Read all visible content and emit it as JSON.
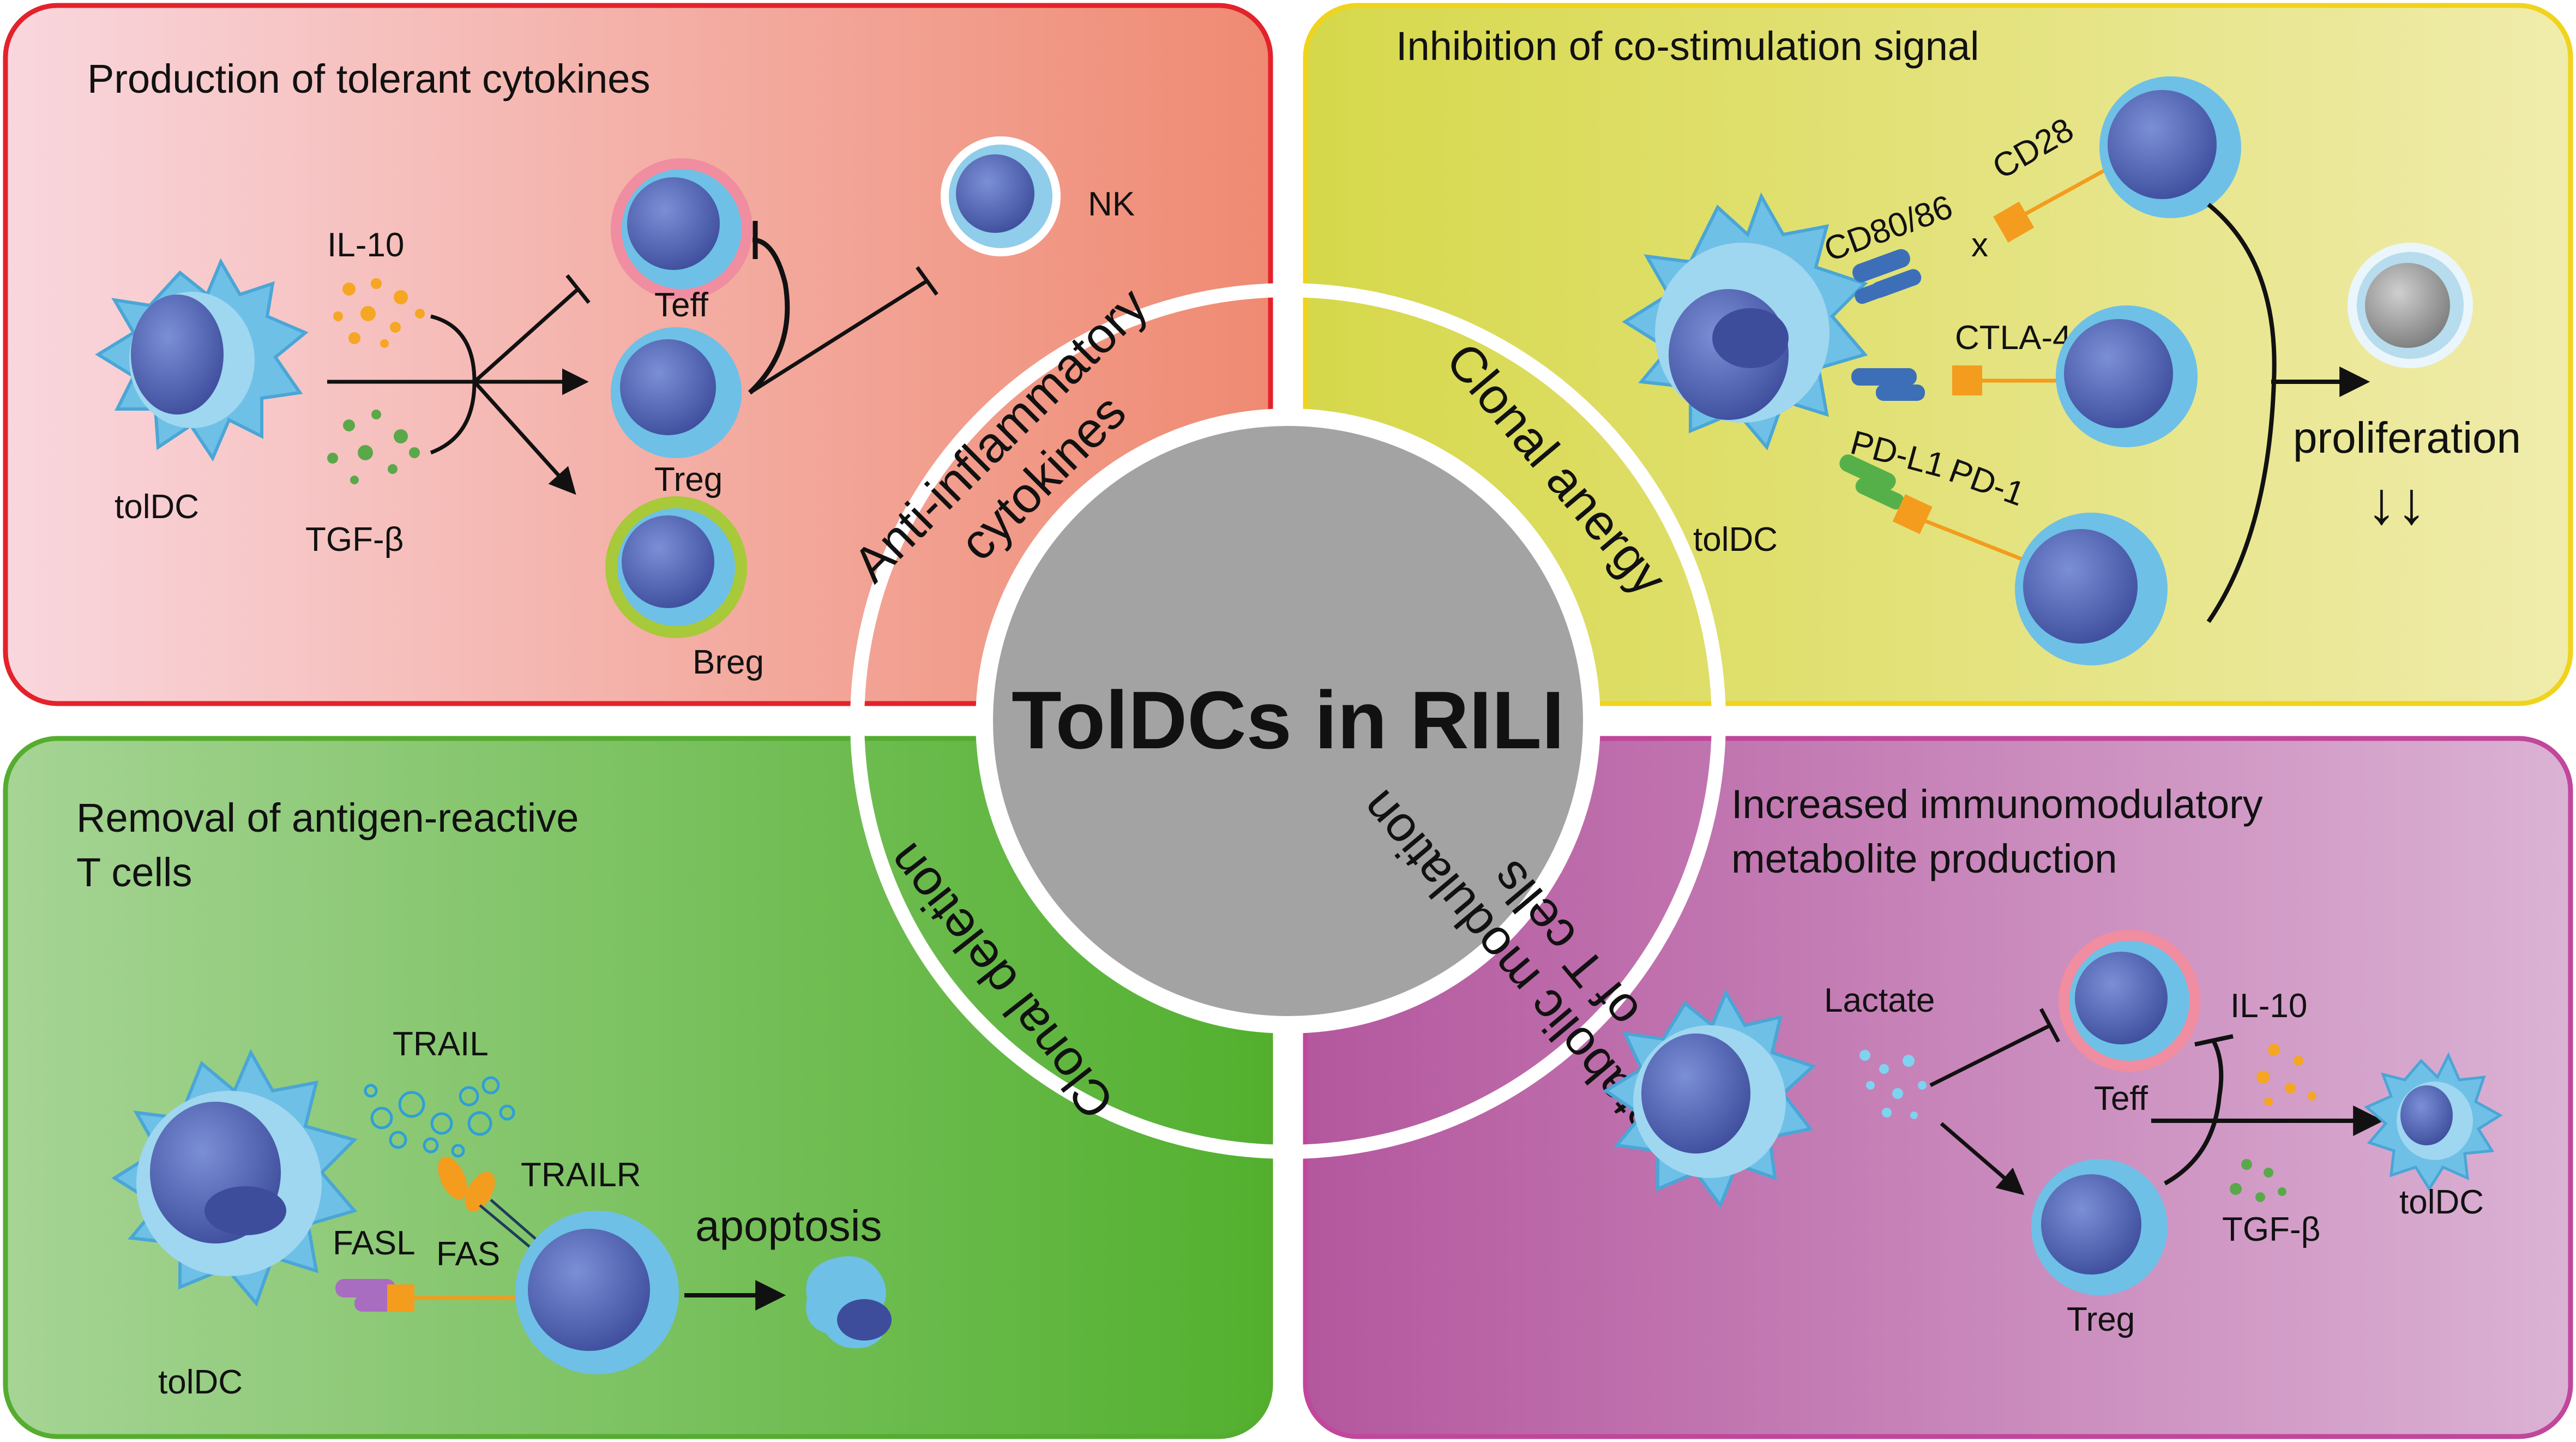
{
  "center": {
    "title": "TolDCs in RILI"
  },
  "ring": {
    "top_left": [
      "Anti-inflammatory",
      "cytokines"
    ],
    "top_right": "Clonal anergy",
    "bottom_left": "Clonal deletion",
    "bottom_right": [
      "Metabolic modulation",
      "of T cells"
    ]
  },
  "panel_tl": {
    "title": "Production of tolerant cytokines",
    "il10": "IL-10",
    "tgfb": "TGF-β",
    "toldc": "tolDC",
    "teff": "Teff",
    "treg": "Treg",
    "breg": "Breg",
    "nk": "NK"
  },
  "panel_tr": {
    "title": "Inhibition of co-stimulation signal",
    "cd80": "CD80/86",
    "cd28": "CD28",
    "x": "x",
    "ctla4": "CTLA-4",
    "pdl1": "PD-L1",
    "pd1": "PD-1",
    "toldc": "tolDC",
    "proliferation": "proliferation",
    "arrows": "↓↓"
  },
  "panel_bl": {
    "title_line1": "Removal of antigen-reactive",
    "title_line2": "T cells",
    "trail": "TRAIL",
    "trailr": "TRAILR",
    "fasl": "FASL",
    "fas": "FAS",
    "toldc": "tolDC",
    "apoptosis": "apoptosis"
  },
  "panel_br": {
    "title_line1": "Increased immunomodulatory",
    "title_line2": "metabolite production",
    "lactate": "Lactate",
    "teff": "Teff",
    "treg": "Treg",
    "il10": "IL-10",
    "tgfb": "TGF-β",
    "toldc": "tolDC"
  },
  "colors": {
    "red_border": "#e3222b",
    "yellow_border": "#f0d31c",
    "green_border": "#55ad2f",
    "purple_border": "#c0479b",
    "center_gray": "#a3a3a3",
    "cell_blue": "#6ec0e6",
    "nucleus": "#4b5fae",
    "orange": "#f39c1e"
  }
}
